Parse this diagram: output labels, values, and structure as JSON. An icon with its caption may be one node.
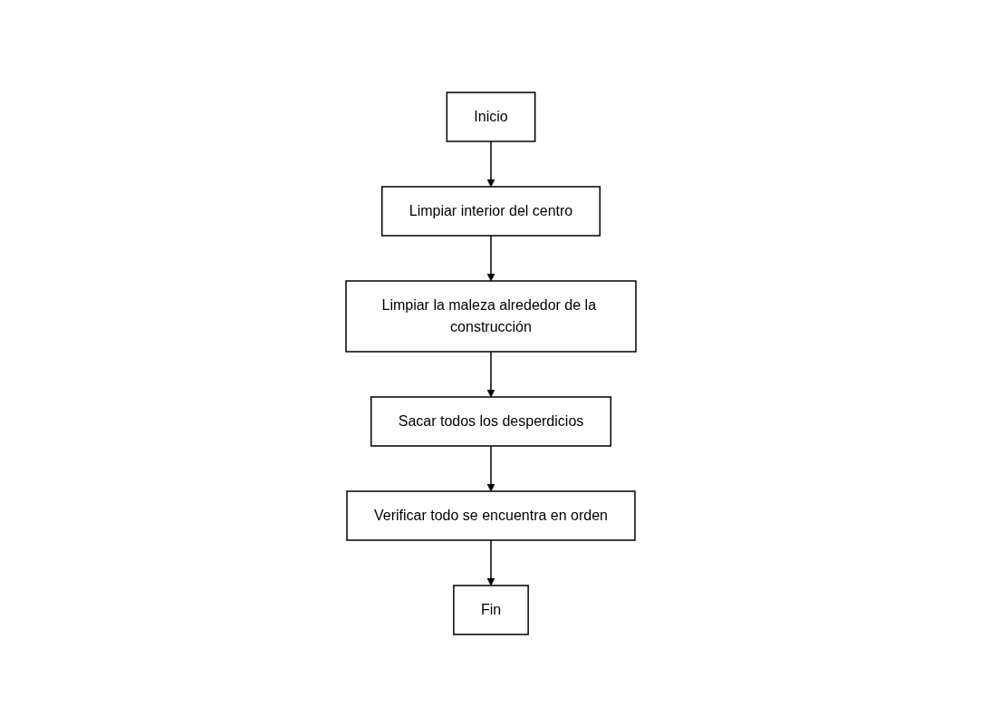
{
  "diagram": {
    "nodes": [
      {
        "text": [
          "Inicio"
        ]
      },
      {
        "text": [
          "Limpiar interior del centro"
        ]
      },
      {
        "text": [
          "Limpiar la maleza alrededor de la construcción"
        ]
      },
      {
        "text": [
          "Sacar todos los desperdicios"
        ]
      },
      {
        "text": [
          "Verificar todo se encuentra en orden"
        ]
      },
      {
        "text": [
          "Fin"
        ]
      }
    ],
    "edges": [
      {
        "from": 0,
        "to": 1,
        "arrow": "to"
      },
      {
        "from": 1,
        "to": 2,
        "arrow": "to"
      },
      {
        "from": 2,
        "to": 3,
        "arrow": "to"
      },
      {
        "from": 3,
        "to": 4,
        "arrow": "to"
      },
      {
        "from": 4,
        "to": 5,
        "arrow": "to"
      }
    ]
  }
}
